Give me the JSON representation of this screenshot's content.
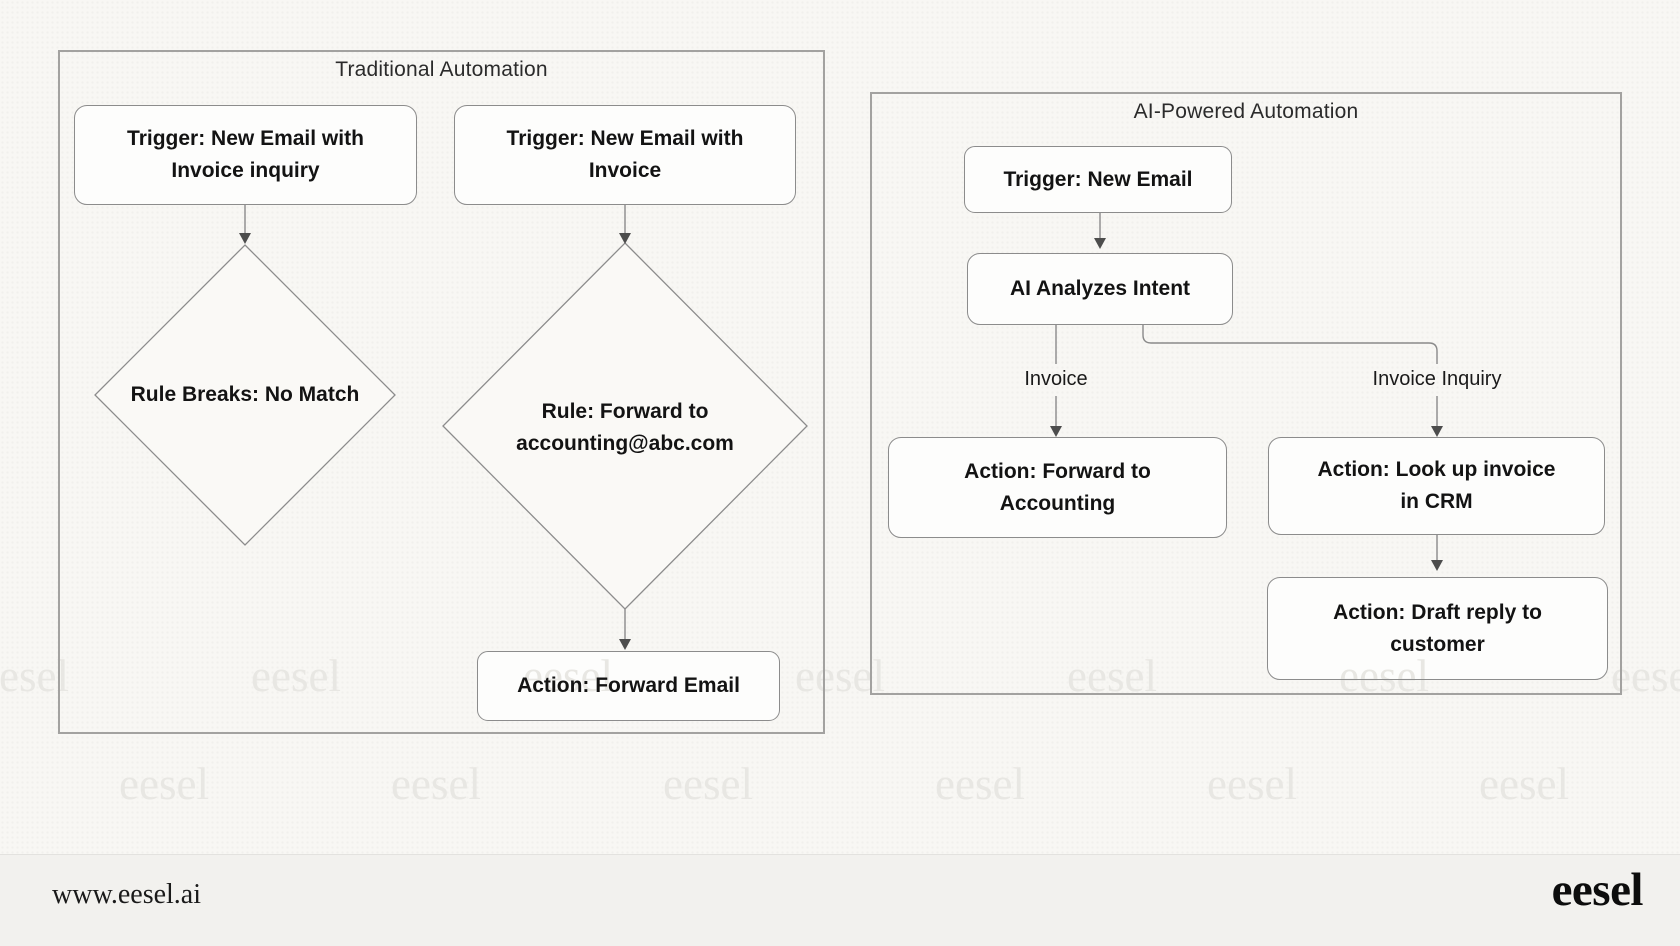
{
  "diagram": {
    "traditional": {
      "title": "Traditional Automation",
      "trigger_invoice_inquiry": {
        "line1": "Trigger: New Email with",
        "line2": "Invoice inquiry"
      },
      "trigger_invoice": {
        "line1": "Trigger: New Email with",
        "line2": "Invoice"
      },
      "rule_no_match": {
        "label": "Rule Breaks: No Match"
      },
      "rule_forward": {
        "line1": "Rule: Forward to",
        "line2": "accounting@abc.com"
      },
      "action_forward_email": {
        "label": "Action: Forward Email"
      }
    },
    "ai": {
      "title": "AI-Powered Automation",
      "trigger_new_email": {
        "label": "Trigger: New Email"
      },
      "analyze_intent": {
        "label": "AI Analyzes Intent"
      },
      "branch_invoice": {
        "label": "Invoice"
      },
      "branch_invoice_inquiry": {
        "label": "Invoice Inquiry"
      },
      "action_forward_accounting": {
        "line1": "Action: Forward to",
        "line2": "Accounting"
      },
      "action_lookup_crm": {
        "line1": "Action: Look up invoice",
        "line2": "in CRM"
      },
      "action_draft_reply": {
        "line1": "Action: Draft reply to",
        "line2": "customer"
      }
    }
  },
  "watermark": {
    "text": "eesel",
    "color": "#e8e7e3"
  },
  "footer": {
    "site_url": "www.eesel.ai",
    "logo_text": "eesel"
  },
  "colors": {
    "background": "#f8f7f4",
    "footer_background": "#f2f1ee",
    "panel_border": "#a3a2a0",
    "node_border": "#8c8c8c",
    "node_fill": "#fdfdfc",
    "connector": "#8a8a8a",
    "arrowhead": "#4d4d4d",
    "text": "#131313"
  }
}
